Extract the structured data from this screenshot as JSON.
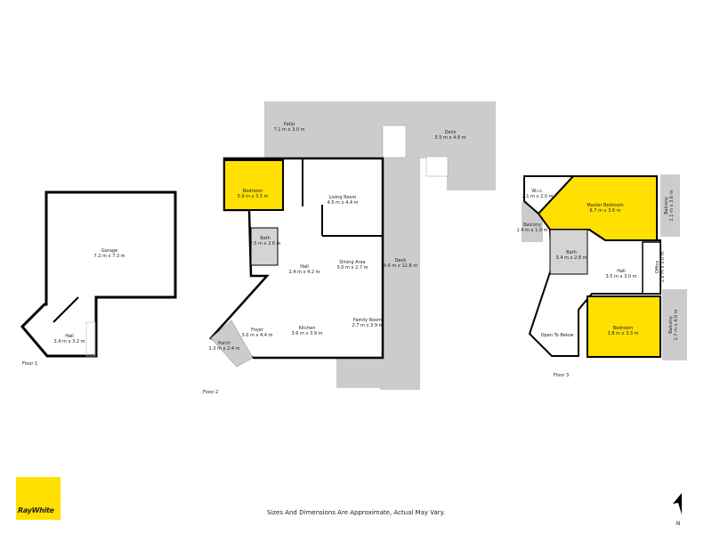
{
  "colors": {
    "wall": "#000000",
    "outdoor": "#cccccc",
    "bedroom_highlight": "#ffe000",
    "floor_fill": "#ffffff",
    "wet_area": "#d4d4d4"
  },
  "floors": [
    {
      "name": "Floor 1",
      "rooms": [
        {
          "name": "Garage",
          "size": "7.2 m x 7.3 m"
        },
        {
          "name": "Hall",
          "size": "3.4 m x 3.2 m"
        }
      ]
    },
    {
      "name": "Floor 2",
      "rooms": [
        {
          "name": "Patio",
          "size": "7.1 m x 3.0 m"
        },
        {
          "name": "Deck",
          "size": "5.5 m x 4.8 m"
        },
        {
          "name": "Bedroom",
          "size": "3.9 m x 3.5 m"
        },
        {
          "name": "Living Room",
          "size": "4.5 m x 4.4 m"
        },
        {
          "name": "Bath",
          "size": "2.5 m x 2.6 m"
        },
        {
          "name": "Hall",
          "size": "2.4 m x 4.2 m"
        },
        {
          "name": "Dining Area",
          "size": "3.0 m x 2.7 m"
        },
        {
          "name": "Deck",
          "size": "4.6 m x 12.8 m"
        },
        {
          "name": "Family Room",
          "size": "2.7 m x 3.9 m"
        },
        {
          "name": "Kitchen",
          "size": "3.6 m x 3.9 m"
        },
        {
          "name": "Foyer",
          "size": "3.0 m x 4.4 m"
        },
        {
          "name": "Porch",
          "size": "1.3 m x 2.4 m"
        }
      ]
    },
    {
      "name": "Floor 3",
      "rooms": [
        {
          "name": "W.i.c.",
          "size": "2.1 m x 2.0 m"
        },
        {
          "name": "Master Bedroom",
          "size": "6.7 m x 3.6 m"
        },
        {
          "name": "Balcony",
          "size": "1.4 m x 1.9 m"
        },
        {
          "name": "Balcony",
          "size": "1.1 m x 3.6 m"
        },
        {
          "name": "Bath",
          "size": "3.4 m x 2.8 m"
        },
        {
          "name": "Hall",
          "size": "3.5 m x 3.0 m"
        },
        {
          "name": "Office",
          "size": "1.9 m x 3.0 m"
        },
        {
          "name": "Open To Below",
          "size": ""
        },
        {
          "name": "Bedroom",
          "size": "3.8 m x 3.3 m"
        },
        {
          "name": "Balcony",
          "size": "1.7 m x 4.0 m"
        }
      ]
    }
  ],
  "footer": {
    "disclaimer": "Sizes And Dimensions Are Approximate, Actual May Vary."
  },
  "logo": {
    "text": "RayWhite"
  },
  "compass": {
    "label": "N"
  }
}
